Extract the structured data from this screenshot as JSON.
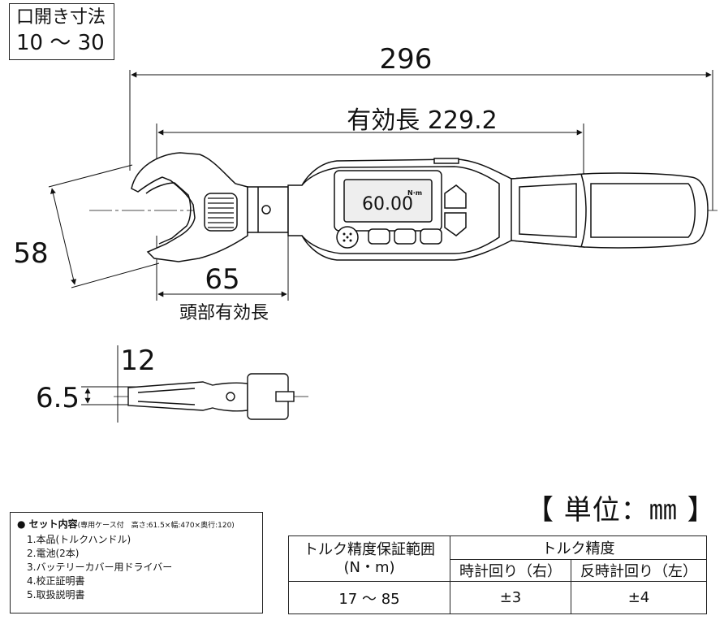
{
  "opening_size": {
    "label": "口開き寸法",
    "range": "10 〜 30"
  },
  "dimensions": {
    "total_length": "296",
    "effective_length": "有効長 229.2",
    "head_width": "58",
    "head_effective": "65",
    "head_effective_caption": "頭部有効長",
    "thickness_top": "12",
    "thickness_side": "6.5"
  },
  "display": {
    "reading": "60.00",
    "unit": "N·m"
  },
  "unit": "【 単位：㎜ 】",
  "contents": {
    "heading": "● セット内容",
    "heading_note": "(専用ケース付　高さ:61.5×幅:470×奥行:120)",
    "items": [
      "1.本品(トルクハンドル)",
      "2.電池(2本)",
      "3.バッテリーカバー用ドライバー",
      "4.校正証明書",
      "5.取扱説明書"
    ]
  },
  "accuracy_table": {
    "col1_header_line1": "トルク精度保証範囲",
    "col1_header_line2": "(N・m)",
    "group_header": "トルク精度",
    "sub_cw": "時計回り（右）",
    "sub_ccw": "反時計回り（左）",
    "range_value": "17 〜 85",
    "cw_value": "±3",
    "ccw_value": "±4"
  },
  "colors": {
    "line": "#111111",
    "body_fill": "#ffffff",
    "lcd_fill": "#eeeeee"
  }
}
